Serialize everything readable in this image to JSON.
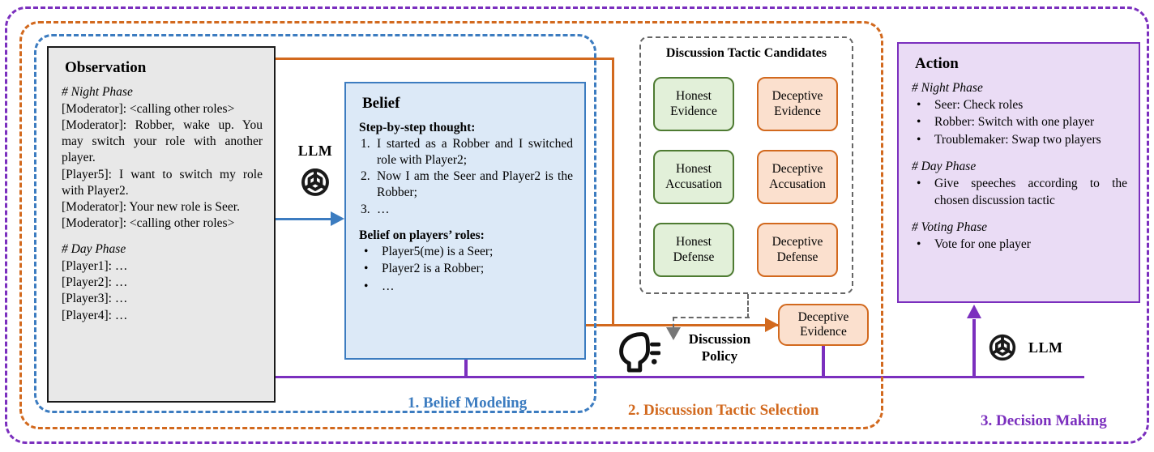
{
  "frames": {
    "belief_label": "1. Belief Modeling",
    "tactic_label": "2. Discussion Tactic Selection",
    "decision_label": "3. Decision Making",
    "belief_color": "#3C7CC0",
    "tactic_color": "#D2691E",
    "decision_color": "#7B2FBE"
  },
  "observation": {
    "title": "Observation",
    "night_header": "# Night Phase",
    "night_lines": [
      "[Moderator]: <calling other roles>",
      "[Moderator]: Robber, wake up. You may switch your role with another player.",
      "[Player5]: I want to switch my role with Player2.",
      "[Moderator]: Your new role is Seer.",
      "[Moderator]: <calling other roles>"
    ],
    "day_header": "# Day Phase",
    "day_lines": [
      "[Player1]: …",
      "[Player2]: …",
      "[Player3]: …",
      "[Player4]: …"
    ]
  },
  "belief": {
    "title": "Belief",
    "thought_header": "Step-by-step thought:",
    "thoughts": [
      {
        "marker": "1.",
        "text": "I started as a Robber and I switched role with Player2;"
      },
      {
        "marker": "2.",
        "text": "Now I am the Seer and Player2 is the Robber;"
      },
      {
        "marker": "3.",
        "text": "…"
      }
    ],
    "roles_header": "Belief on players’ roles:",
    "roles": [
      {
        "marker": "•",
        "text": "Player5(me) is a Seer;"
      },
      {
        "marker": "•",
        "text": "Player2 is a Robber;"
      },
      {
        "marker": "•",
        "text": "…"
      }
    ]
  },
  "tactics": {
    "title": "Discussion Tactic Candidates",
    "cards": [
      {
        "line1": "Honest",
        "line2": "Evidence",
        "kind": "honest"
      },
      {
        "line1": "Deceptive",
        "line2": "Evidence",
        "kind": "deceptive"
      },
      {
        "line1": "Honest",
        "line2": "Accusation",
        "kind": "honest"
      },
      {
        "line1": "Deceptive",
        "line2": "Accusation",
        "kind": "deceptive"
      },
      {
        "line1": "Honest",
        "line2": "Defense",
        "kind": "honest"
      },
      {
        "line1": "Deceptive",
        "line2": "Defense",
        "kind": "deceptive"
      }
    ],
    "honest_color": "#4E7B32",
    "deceptive_color": "#D2691E"
  },
  "policy": {
    "title_line1": "Discussion",
    "title_line2": "Policy",
    "icon": "speaking-head-icon"
  },
  "chosen_tactic": {
    "line1": "Deceptive",
    "line2": "Evidence"
  },
  "action": {
    "title": "Action",
    "night_header": "# Night Phase",
    "night_items": [
      "Seer: Check roles",
      "Robber: Switch with one player",
      "Troublemaker: Swap two players"
    ],
    "day_header": "# Day Phase",
    "day_items": [
      "Give speeches according to the chosen discussion tactic"
    ],
    "voting_header": "# Voting Phase",
    "voting_items": [
      "Vote for one player"
    ],
    "bullet": "•"
  },
  "llm": {
    "label_left": "LLM",
    "label_right": "LLM",
    "icon": "openai-logo-icon"
  }
}
